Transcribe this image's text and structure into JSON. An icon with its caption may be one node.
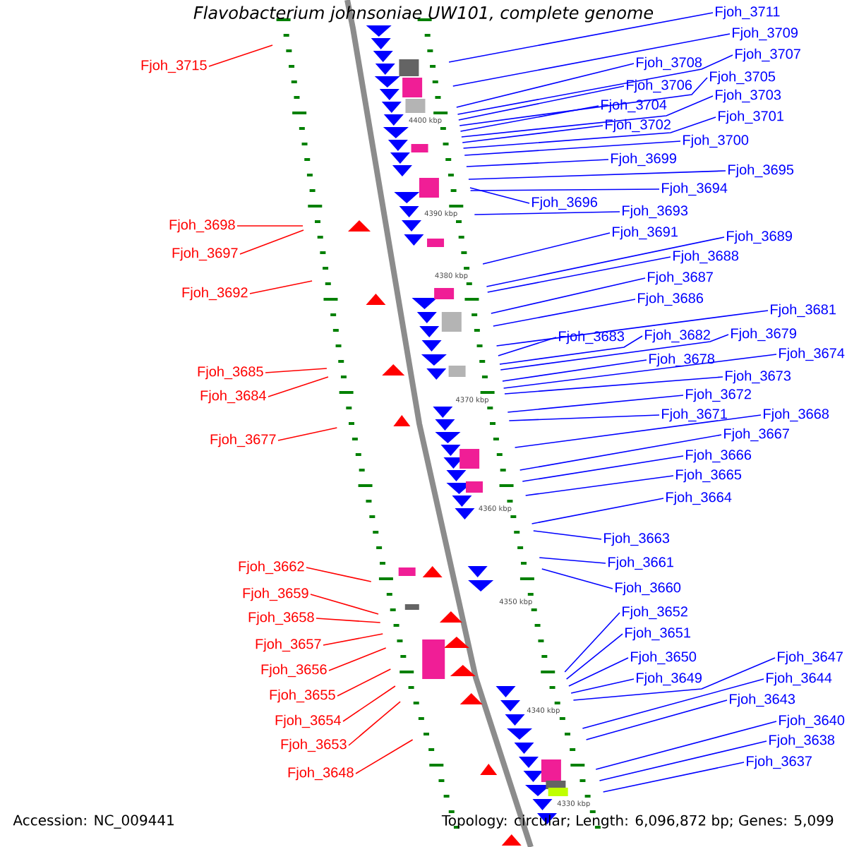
{
  "diagram": {
    "title": "Flavobacterium johnsoniae UW101, complete genome",
    "nodes": [
      {
        "text": [
          "Fjoh_3715"
        ]
      },
      {
        "text": [
          "Fjoh_3711"
        ]
      },
      {
        "text": [
          "Fjoh_3709"
        ]
      },
      {
        "text": [
          "Fjoh_3707"
        ]
      },
      {
        "text": [
          "Fjoh_3708"
        ]
      },
      {
        "text": [
          "Fjoh_3705"
        ]
      },
      {
        "text": [
          "Fjoh_3706"
        ]
      },
      {
        "text": [
          "Fjoh_3703"
        ]
      },
      {
        "text": [
          "Fjoh_3704"
        ]
      },
      {
        "text": [
          "Fjoh_3701"
        ]
      },
      {
        "text": [
          "Fjoh_3702"
        ]
      },
      {
        "text": [
          "Fjoh_3700"
        ]
      },
      {
        "text": [
          "Fjoh_3699"
        ]
      },
      {
        "text": [
          "Fjoh_3695"
        ]
      },
      {
        "text": [
          "Fjoh_3694"
        ]
      },
      {
        "text": [
          "Fjoh_3696"
        ]
      },
      {
        "text": [
          "Fjoh_3693"
        ]
      },
      {
        "text": [
          "Fjoh_3698"
        ]
      },
      {
        "text": [
          "Fjoh_3691"
        ]
      },
      {
        "text": [
          "Fjoh_3689"
        ]
      },
      {
        "text": [
          "Fjoh_3697"
        ]
      },
      {
        "text": [
          "Fjoh_3688"
        ]
      },
      {
        "text": [
          "Fjoh_3687"
        ]
      },
      {
        "text": [
          "Fjoh_3692"
        ]
      },
      {
        "text": [
          "Fjoh_3686"
        ]
      },
      {
        "text": [
          "Fjoh_3681"
        ]
      },
      {
        "text": [
          "Fjoh_3682"
        ]
      },
      {
        "text": [
          "Fjoh_3683"
        ]
      },
      {
        "text": [
          "Fjoh_3679"
        ]
      },
      {
        "text": [
          "Fjoh_3678"
        ]
      },
      {
        "text": [
          "Fjoh_3674"
        ]
      },
      {
        "text": [
          "Fjoh_3685"
        ]
      },
      {
        "text": [
          "Fjoh_3673"
        ]
      },
      {
        "text": [
          "Fjoh_3672"
        ]
      },
      {
        "text": [
          "Fjoh_3684"
        ]
      },
      {
        "text": [
          "Fjoh_3671"
        ]
      },
      {
        "text": [
          "Fjoh_3668"
        ]
      },
      {
        "text": [
          "Fjoh_3667"
        ]
      },
      {
        "text": [
          "Fjoh_3677"
        ]
      },
      {
        "text": [
          "Fjoh_3666"
        ]
      },
      {
        "text": [
          "Fjoh_3665"
        ]
      },
      {
        "text": [
          "Fjoh_3664"
        ]
      },
      {
        "text": [
          "Fjoh_3663"
        ]
      },
      {
        "text": [
          "Fjoh_3661"
        ]
      },
      {
        "text": [
          "Fjoh_3662"
        ]
      },
      {
        "text": [
          "Fjoh_3660"
        ]
      },
      {
        "text": [
          "Fjoh_3659"
        ]
      },
      {
        "text": [
          "Fjoh_3652"
        ]
      },
      {
        "text": [
          "Fjoh_3658"
        ]
      },
      {
        "text": [
          "Fjoh_3651"
        ]
      },
      {
        "text": [
          "Fjoh_3657"
        ]
      },
      {
        "text": [
          "Fjoh_3650"
        ]
      },
      {
        "text": [
          "Fjoh_3647"
        ]
      },
      {
        "text": [
          "Fjoh_3656"
        ]
      },
      {
        "text": [
          "Fjoh_3649"
        ]
      },
      {
        "text": [
          "Fjoh_3644"
        ]
      },
      {
        "text": [
          "Fjoh_3655"
        ]
      },
      {
        "text": [
          "Fjoh_3643"
        ]
      },
      {
        "text": [
          "Fjoh_3654"
        ]
      },
      {
        "text": [
          "Fjoh_3640"
        ]
      },
      {
        "text": [
          "Fjoh_3638"
        ]
      },
      {
        "text": [
          "Fjoh_3653"
        ]
      },
      {
        "text": [
          "Fjoh_3637"
        ]
      },
      {
        "text": [
          "Fjoh_3648"
        ]
      }
    ],
    "edges": [
      {
        "from": 0,
        "to": null,
        "arrow": "none",
        "color": "#ff0000"
      },
      {
        "from": 1,
        "to": null,
        "arrow": "none"
      },
      {
        "from": 2,
        "to": null,
        "arrow": "none"
      },
      {
        "from": 3,
        "to": null,
        "arrow": "none"
      },
      {
        "from": 4,
        "to": null,
        "arrow": "none"
      },
      {
        "from": 5,
        "to": null,
        "arrow": "none"
      },
      {
        "from": 6,
        "to": null,
        "arrow": "none"
      },
      {
        "from": 7,
        "to": null,
        "arrow": "none"
      },
      {
        "from": 8,
        "to": null,
        "arrow": "none"
      },
      {
        "from": 9,
        "to": null,
        "arrow": "none"
      },
      {
        "from": 10,
        "to": null,
        "arrow": "none"
      },
      {
        "from": 11,
        "to": null,
        "arrow": "none"
      },
      {
        "from": 12,
        "to": null,
        "arrow": "none"
      },
      {
        "from": 13,
        "to": null,
        "arrow": "none"
      },
      {
        "from": 14,
        "to": null,
        "arrow": "none"
      },
      {
        "from": 15,
        "to": null,
        "arrow": "none"
      },
      {
        "from": 16,
        "to": null,
        "arrow": "none"
      },
      {
        "from": 17,
        "to": null,
        "arrow": "none",
        "color": "#ff0000"
      },
      {
        "from": 18,
        "to": null,
        "arrow": "none"
      },
      {
        "from": 19,
        "to": null,
        "arrow": "none"
      },
      {
        "from": 20,
        "to": null,
        "arrow": "none",
        "color": "#ff0000"
      },
      {
        "from": 21,
        "to": null,
        "arrow": "none"
      },
      {
        "from": 22,
        "to": null,
        "arrow": "none"
      },
      {
        "from": 23,
        "to": null,
        "arrow": "none",
        "color": "#ff0000"
      },
      {
        "from": 24,
        "to": null,
        "arrow": "none"
      },
      {
        "from": 25,
        "to": null,
        "arrow": "none"
      },
      {
        "from": 26,
        "to": null,
        "arrow": "none"
      },
      {
        "from": 27,
        "to": null,
        "arrow": "none"
      },
      {
        "from": 28,
        "to": null,
        "arrow": "none"
      },
      {
        "from": 29,
        "to": null,
        "arrow": "none"
      },
      {
        "from": 30,
        "to": null,
        "arrow": "none"
      },
      {
        "from": 31,
        "to": null,
        "arrow": "none",
        "color": "#ff0000"
      },
      {
        "from": 32,
        "to": null,
        "arrow": "none"
      },
      {
        "from": 33,
        "to": null,
        "arrow": "none"
      },
      {
        "from": 34,
        "to": null,
        "arrow": "none",
        "color": "#ff0000"
      },
      {
        "from": 35,
        "to": null,
        "arrow": "none"
      },
      {
        "from": 36,
        "to": null,
        "arrow": "none"
      },
      {
        "from": 37,
        "to": null,
        "arrow": "none"
      },
      {
        "from": 38,
        "to": null,
        "arrow": "none",
        "color": "#ff0000"
      },
      {
        "from": 39,
        "to": null,
        "arrow": "none"
      },
      {
        "from": 40,
        "to": null,
        "arrow": "none"
      },
      {
        "from": 41,
        "to": null,
        "arrow": "none"
      },
      {
        "from": 42,
        "to": null,
        "arrow": "none"
      },
      {
        "from": 43,
        "to": null,
        "arrow": "none"
      },
      {
        "from": 44,
        "to": null,
        "arrow": "none",
        "color": "#ff0000"
      },
      {
        "from": 45,
        "to": null,
        "arrow": "none"
      },
      {
        "from": 46,
        "to": null,
        "arrow": "none",
        "color": "#ff0000"
      },
      {
        "from": 47,
        "to": null,
        "arrow": "none"
      },
      {
        "from": 48,
        "to": null,
        "arrow": "none",
        "color": "#ff0000"
      },
      {
        "from": 49,
        "to": null,
        "arrow": "none"
      },
      {
        "from": 50,
        "to": null,
        "arrow": "none",
        "color": "#ff0000"
      },
      {
        "from": 51,
        "to": null,
        "arrow": "none"
      },
      {
        "from": 52,
        "to": null,
        "arrow": "none"
      },
      {
        "from": 53,
        "to": null,
        "arrow": "none",
        "color": "#ff0000"
      },
      {
        "from": 54,
        "to": null,
        "arrow": "none"
      },
      {
        "from": 55,
        "to": null,
        "arrow": "none"
      },
      {
        "from": 56,
        "to": null,
        "arrow": "none",
        "color": "#ff0000"
      },
      {
        "from": 57,
        "to": null,
        "arrow": "none"
      },
      {
        "from": 58,
        "to": null,
        "arrow": "none",
        "color": "#ff0000"
      },
      {
        "from": 59,
        "to": null,
        "arrow": "none"
      },
      {
        "from": 60,
        "to": null,
        "arrow": "none"
      },
      {
        "from": 61,
        "to": null,
        "arrow": "none",
        "color": "#ff0000"
      },
      {
        "from": 62,
        "to": null,
        "arrow": "none"
      },
      {
        "from": 63,
        "to": null,
        "arrow": "none",
        "color": "#ff0000"
      }
    ],
    "labels": [
      "4400 kbp",
      "4390 kbp",
      "4380 kbp",
      "4370 kbp",
      "4360 kbp",
      "4350 kbp",
      "4340 kbp",
      "4330 kbp",
      "Accession: NC_009441",
      "Topology: circular; Length: 6,096,872 bp; Genes: 5,099"
    ]
  }
}
